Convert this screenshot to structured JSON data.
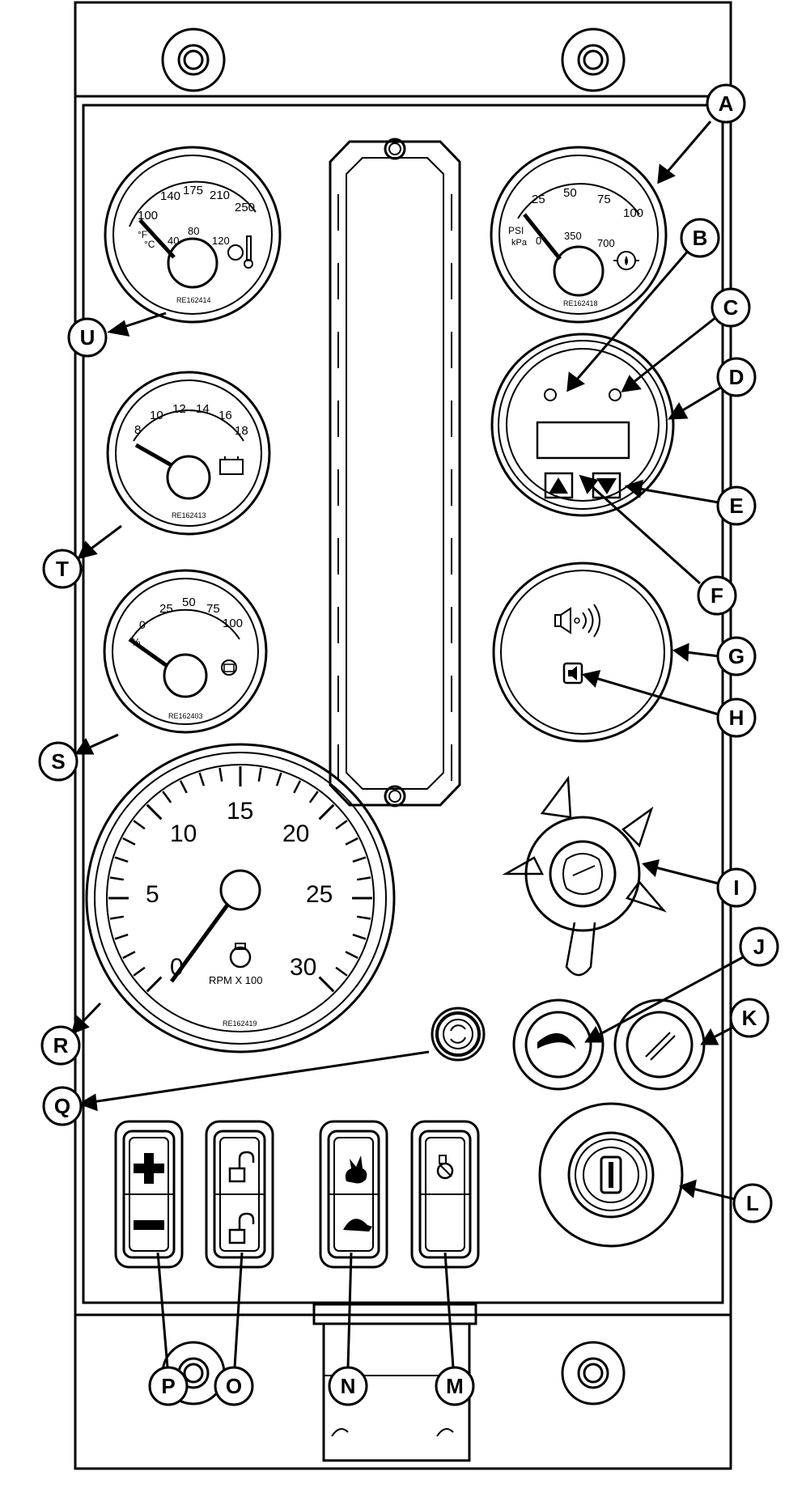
{
  "labels": {
    "A": "A",
    "B": "B",
    "C": "C",
    "D": "D",
    "E": "E",
    "F": "F",
    "G": "G",
    "H": "H",
    "I": "I",
    "J": "J",
    "K": "K",
    "L": "L",
    "M": "M",
    "N": "N",
    "O": "O",
    "P": "P",
    "Q": "Q",
    "R": "R",
    "S": "S",
    "T": "T",
    "U": "U"
  },
  "temp_gauge": {
    "f_ticks": [
      "100",
      "140",
      "175",
      "210",
      "250"
    ],
    "c_ticks": [
      "40",
      "80",
      "120"
    ],
    "unit_f": "°F",
    "unit_c": "°C",
    "part_no": "RE162414"
  },
  "oil_gauge": {
    "psi_ticks": [
      "25",
      "50",
      "75",
      "100"
    ],
    "kpa_ticks": [
      "0",
      "350",
      "700"
    ],
    "unit_psi": "PSI",
    "unit_kpa": "kPa",
    "part_no": "RE162418"
  },
  "volt_gauge": {
    "ticks": [
      "8",
      "10",
      "12",
      "14",
      "16",
      "18"
    ],
    "part_no": "RE162413"
  },
  "fuel_gauge": {
    "ticks": [
      "0",
      "25",
      "50",
      "75",
      "100"
    ],
    "unit": "%",
    "part_no": "RE162403"
  },
  "tachometer": {
    "ticks": [
      "0",
      "5",
      "10",
      "15",
      "20",
      "25",
      "30"
    ],
    "units": "RPM X 100",
    "part_no": "RE162419"
  },
  "icons": {
    "battery": "battery-icon",
    "coolant": "coolant-temp-icon",
    "oil": "oil-pressure-icon",
    "fuel": "fuel-icon",
    "horn": "audible-alarm-icon",
    "mute": "alarm-silence-icon",
    "up": "arrow-up-icon",
    "down": "arrow-down-icon",
    "plus": "plus-icon",
    "minus": "minus-icon",
    "lock": "unlock-icon",
    "rabbit": "fast-rabbit-icon",
    "turtle": "slow-turtle-icon",
    "engine": "engine-icon",
    "key": "ignition-key-icon"
  }
}
